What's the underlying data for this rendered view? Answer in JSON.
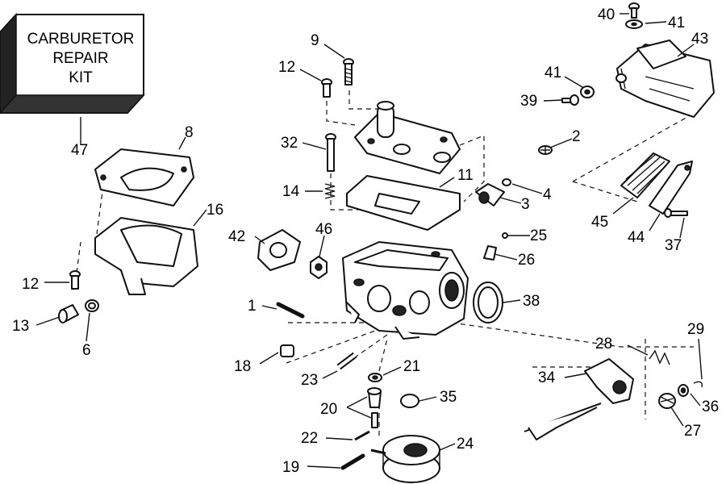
{
  "kit_box": {
    "line1": "CARBURETOR",
    "line2": "REPAIR",
    "line3": "KIT"
  },
  "callouts": [
    {
      "id": "p40",
      "text": "40"
    },
    {
      "id": "p41a",
      "text": "41"
    },
    {
      "id": "p43",
      "text": "43"
    },
    {
      "id": "p9",
      "text": "9"
    },
    {
      "id": "p12a",
      "text": "12"
    },
    {
      "id": "p41b",
      "text": "41"
    },
    {
      "id": "p39",
      "text": "39"
    },
    {
      "id": "p8",
      "text": "8"
    },
    {
      "id": "p32",
      "text": "32"
    },
    {
      "id": "p2",
      "text": "2"
    },
    {
      "id": "p47",
      "text": "47"
    },
    {
      "id": "p11",
      "text": "11"
    },
    {
      "id": "p14",
      "text": "14"
    },
    {
      "id": "p4",
      "text": "4"
    },
    {
      "id": "p3",
      "text": "3"
    },
    {
      "id": "p16",
      "text": "16"
    },
    {
      "id": "p45",
      "text": "45"
    },
    {
      "id": "p44",
      "text": "44"
    },
    {
      "id": "p42",
      "text": "42"
    },
    {
      "id": "p46",
      "text": "46"
    },
    {
      "id": "p25",
      "text": "25"
    },
    {
      "id": "p37",
      "text": "37"
    },
    {
      "id": "p26",
      "text": "26"
    },
    {
      "id": "p12b",
      "text": "12"
    },
    {
      "id": "p1",
      "text": "1"
    },
    {
      "id": "p38",
      "text": "38"
    },
    {
      "id": "p13",
      "text": "13"
    },
    {
      "id": "p6",
      "text": "6"
    },
    {
      "id": "p29",
      "text": "29"
    },
    {
      "id": "p28",
      "text": "28"
    },
    {
      "id": "p18",
      "text": "18"
    },
    {
      "id": "p21",
      "text": "21"
    },
    {
      "id": "p23",
      "text": "23"
    },
    {
      "id": "p34",
      "text": "34"
    },
    {
      "id": "p35",
      "text": "35"
    },
    {
      "id": "p20",
      "text": "20"
    },
    {
      "id": "p36",
      "text": "36"
    },
    {
      "id": "p27",
      "text": "27"
    },
    {
      "id": "p22",
      "text": "22"
    },
    {
      "id": "p24",
      "text": "24"
    },
    {
      "id": "p19",
      "text": "19"
    }
  ]
}
